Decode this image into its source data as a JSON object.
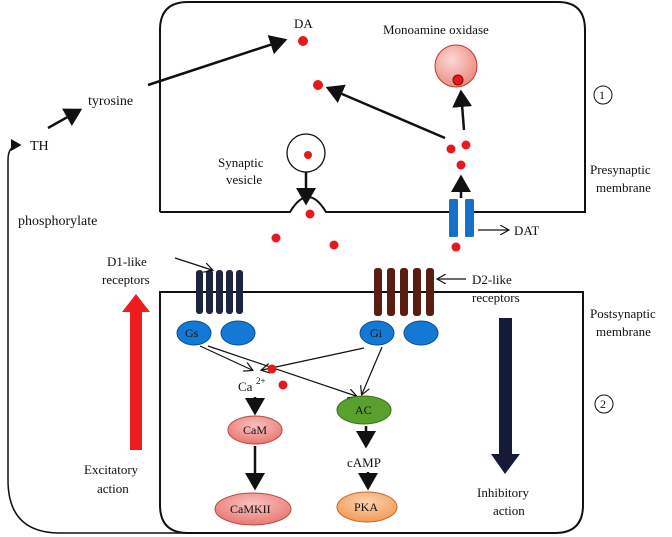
{
  "presynaptic": {
    "da_label": "DA",
    "mao_label": "Monoamine oxidase",
    "vesicle_label_1": "Synaptic",
    "vesicle_label_2": "vesicle",
    "dat_label": "DAT",
    "membrane_label_1": "Presynaptic",
    "membrane_label_2": "membrane",
    "step_marker": "1"
  },
  "feedback": {
    "th_label": "TH",
    "tyrosine_label": "tyrosine",
    "phosphorylate_label": "phosphorylate"
  },
  "receptors": {
    "d1_label_1": "D1-like",
    "d1_label_2": "receptors",
    "d2_label_1": "D2-like",
    "d2_label_2": "receptors"
  },
  "postsynaptic": {
    "membrane_label_1": "Postsynaptic",
    "membrane_label_2": "membrane",
    "step_marker": "2",
    "gs_label": "Gs",
    "gi_label": "Gi",
    "ca_label": "Ca",
    "ca_charge": "2+",
    "cam_label": "CaM",
    "camkii_label": "CaMKII",
    "ac_label": "AC",
    "camp_label": "cAMP",
    "pka_label": "PKA",
    "excitatory_1": "Excitatory",
    "excitatory_2": "action",
    "inhibitory_1": "Inhibitory",
    "inhibitory_2": "action"
  },
  "colors": {
    "dopamine_dot": "#e8191d",
    "mao_fill": "#f3a9a4",
    "transporter": "#1a6fc8",
    "g_protein": "#1479d4",
    "d1_receptor": "#1b2440",
    "d2_receptor": "#5a1d12",
    "ac_fill": "#5aa02c",
    "cam_fill": "#ef8a86",
    "pka_fill": "#f5a36b",
    "excitatory_arrow": "#ee1c1c",
    "inhibitory_arrow": "#151a36"
  }
}
